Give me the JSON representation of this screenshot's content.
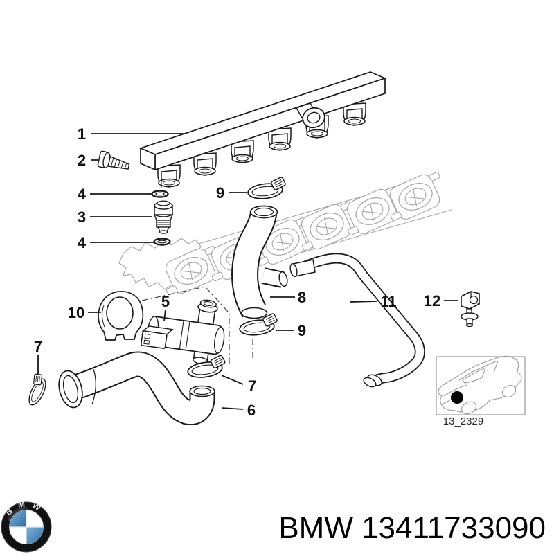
{
  "diagram": {
    "callouts": {
      "c1": "1",
      "c2": "2",
      "c3": "3",
      "c4_top": "4",
      "c4_bottom": "4",
      "c5": "5",
      "c6": "6",
      "c7_left": "7",
      "c7_right": "7",
      "c8": "8",
      "c9_top": "9",
      "c9_bottom": "9",
      "c10": "10",
      "c11": "11",
      "c12": "12"
    },
    "inset": {
      "code": "13_2329"
    }
  },
  "footer": {
    "logo_text": "BMW",
    "part_number": "BMW 13411733090"
  },
  "colors": {
    "line": "#1a1a1a",
    "sketch_gray": "#a8a8a8",
    "bmw_blue": "#3d7fb5",
    "background": "#ffffff"
  }
}
